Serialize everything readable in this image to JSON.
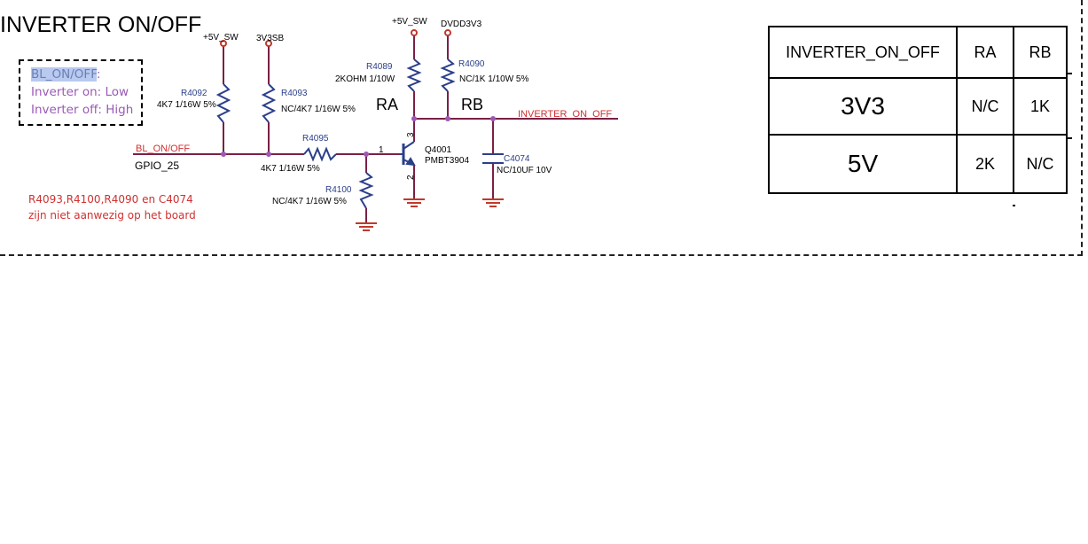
{
  "title": "INVERTER ON/OFF",
  "note_box": {
    "line1_label": "BL_ON/OFF",
    "line1_suffix": ":",
    "line2": "Inverter on: Low",
    "line3": "Inverter off: High"
  },
  "remark": {
    "line1": "R4093,R4100,R4090 en C4074",
    "line2": "zijn niet aanwezig op het board"
  },
  "nets": {
    "p5v_sw_left": "+5V_SW",
    "p3v3sb": "3V3SB",
    "p5v_sw_right": "+5V_SW",
    "dvdd3v3": "DVDD3V3",
    "bl_on_off": "BL_ON/OFF",
    "gpio_25": "GPIO_25",
    "inverter_on_off": "INVERTER_ON_OFF"
  },
  "components": {
    "r4092_ref": "R4092",
    "r4092_val": "4K7 1/16W 5%",
    "r4093_ref": "R4093",
    "r4093_val": "NC/4K7 1/16W 5%",
    "r4095_ref": "R4095",
    "r4095_val": "4K7 1/16W 5%",
    "r4100_ref": "R4100",
    "r4100_val": "NC/4K7 1/16W 5%",
    "r4089_ref": "R4089",
    "r4089_val": "2KOHM 1/10W",
    "r4090_ref": "R4090",
    "r4090_val": "NC/1K 1/10W 5%",
    "q4001_ref": "Q4001",
    "q4001_val": "PMBT3904",
    "c4074_ref": "C4074",
    "c4074_val": "NC/10UF 10V",
    "pin1": "1",
    "pin2": "2",
    "pin3": "3"
  },
  "labels": {
    "ra": "RA",
    "rb": "RB"
  },
  "table": {
    "header": [
      "INVERTER_ON_OFF",
      "RA",
      "RB"
    ],
    "rows": [
      [
        "3V3",
        "N/C",
        "1K"
      ],
      [
        "5V",
        "2K",
        "N/C"
      ]
    ]
  },
  "colors": {
    "wire": "#7a2045",
    "component": "#2b3f8a",
    "net_label": "#d03030",
    "pin_dot": "#9b59b6",
    "note_text": "#9b59b6"
  }
}
